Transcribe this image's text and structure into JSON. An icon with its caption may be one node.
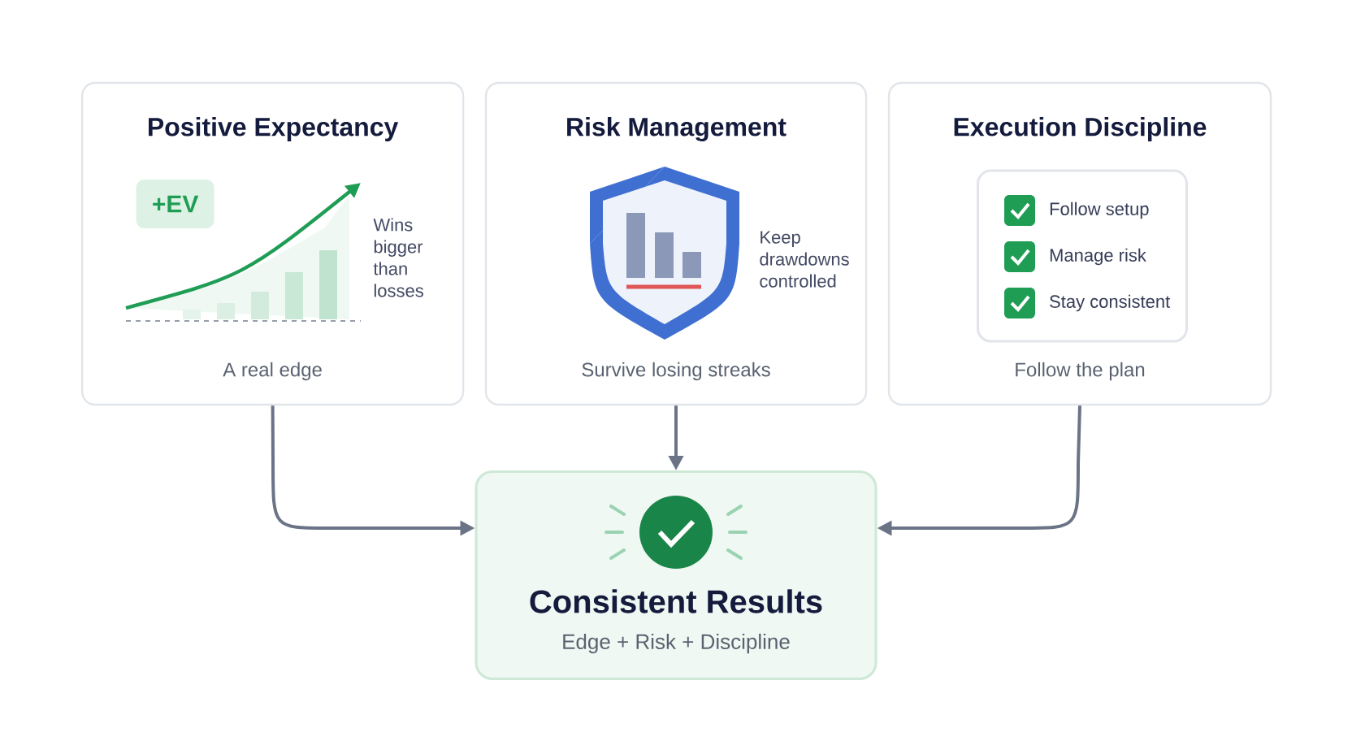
{
  "diagram": {
    "nodes": [
      {
        "text": [
          "Positive Expectancy",
          "A real edge"
        ]
      },
      {
        "text": [
          "+EV"
        ],
        "in": 0
      },
      {
        "text": [
          "Risk Management",
          "Survive losing streaks"
        ]
      },
      {
        "text": [
          "Execution Discipline",
          "Follow the plan"
        ]
      },
      {
        "text": [
          "Follow setup",
          "Manage risk",
          "Stay consistent"
        ],
        "in": 3
      },
      {
        "text": [
          "Consistent Results",
          "Edge + Risk + Discipline"
        ]
      }
    ],
    "edges": [
      {
        "from": 0,
        "to": 5,
        "arrow": "to"
      },
      {
        "from": 2,
        "to": 5,
        "arrow": "to"
      },
      {
        "from": 3,
        "to": 5,
        "arrow": "to"
      }
    ],
    "labels": [
      "Wins bigger than losses",
      "Keep drawdowns controlled"
    ]
  }
}
